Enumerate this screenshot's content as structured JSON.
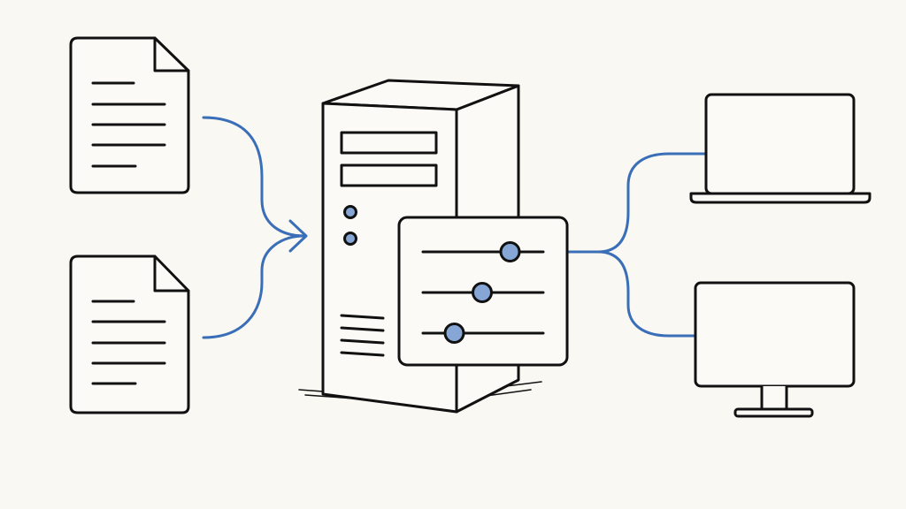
{
  "colors": {
    "background": "#faf8f3",
    "stroke": "#111111",
    "connector": "#3a6fb8",
    "knob": "#86a6d6",
    "fill": "#fbfaf6"
  },
  "nodes": {
    "inputs": [
      {
        "icon": "document-icon",
        "lines": 5
      },
      {
        "icon": "document-icon",
        "lines": 5
      }
    ],
    "center": {
      "icon": "server-tower-icon",
      "drive_bays": 2,
      "indicator_lights": 2,
      "vent_lines": 4
    },
    "settings_panel": {
      "icon": "sliders-icon",
      "slider_levels": [
        0.75,
        0.5,
        0.25
      ]
    },
    "outputs": [
      {
        "icon": "laptop-icon"
      },
      {
        "icon": "monitor-icon"
      }
    ]
  }
}
